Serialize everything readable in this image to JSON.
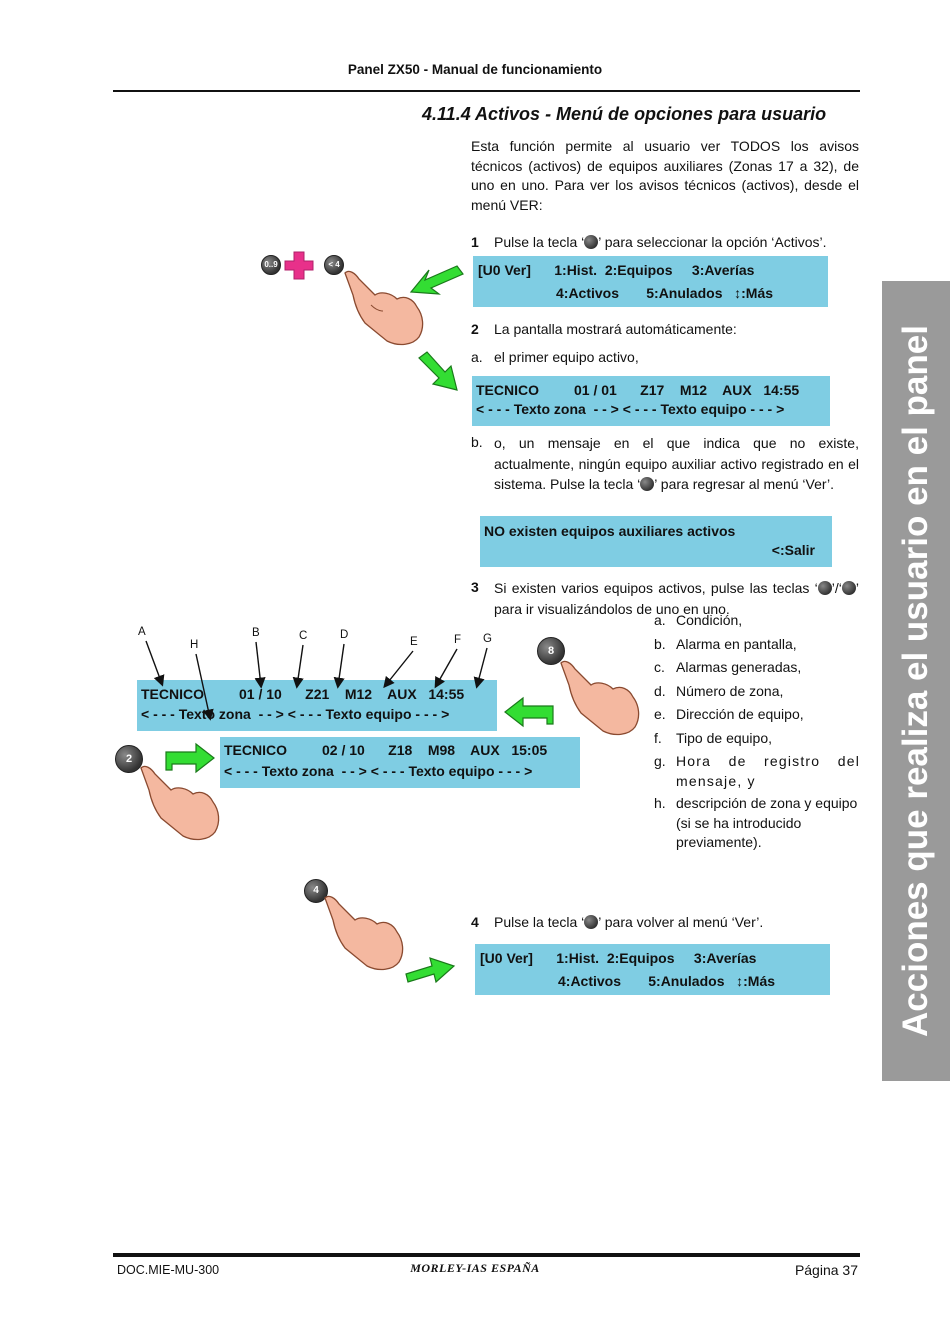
{
  "header": {
    "title": "Panel ZX50 - Manual de funcionamiento"
  },
  "section": {
    "title": "4.11.4 Activos - Menú de opciones para usuario"
  },
  "intro": "Esta función permite al usuario ver TODOS los avisos técnicos (activos) de equipos auxiliares (Zonas 17 a 32), de uno en uno. Para ver los avisos técnicos (activos), desde el menú VER:",
  "steps": {
    "s1": {
      "num": "1",
      "pre": "Pulse la tecla ‘",
      "post": "’ para seleccionar la opción ‘Activos’."
    },
    "s2": {
      "num": "2",
      "text": "La pantalla mostrará automáticamente:"
    },
    "s2a": {
      "letter": "a.",
      "text": "el primer equipo activo,"
    },
    "s2b": {
      "letter": "b.",
      "pre": "o, un mensaje en el que indica que no existe, actualmente, ningún equipo auxiliar activo registrado en el sistema. Pulse la tecla ‘",
      "post": "’ para regresar al menú ‘Ver’."
    },
    "s3": {
      "num": "3",
      "pre": "Si existen varios equipos activos, pulse las teclas ‘",
      "mid": "’/‘",
      "post": "’ para ir visualizándolos de uno en uno."
    },
    "s4": {
      "num": "4",
      "pre": "Pulse la tecla ‘",
      "post": "’ para volver al menú ‘Ver’."
    }
  },
  "lcd": {
    "menu1": {
      "line1": "[U0 Ver]      1:Hist.  2:Equipos     3:Averías",
      "line2": "4:Activos       5:Anulados   ↕:Más"
    },
    "first": {
      "line1": "TECNICO         01 / 01      Z17    M12    AUX   14:55",
      "line2": "< - - - Texto zona  - - > < - - - Texto equipo - - - >"
    },
    "none": {
      "line1": "NO existen equipos auxiliares activos",
      "line2": "<:Salir"
    },
    "ex1": {
      "line1": "TECNICO         01 / 10      Z21    M12    AUX   14:55",
      "line2": "< - - - Texto zona  - - > < - - - Texto equipo - - - >"
    },
    "ex2": {
      "line1": "TECNICO         02 / 10      Z18    M98    AUX   15:05",
      "line2": "< - - - Texto zona  - - > < - - - Texto equipo - - - >"
    },
    "menu2": {
      "line1": "[U0 Ver]      1:Hist.  2:Equipos     3:Averías",
      "line2": "4:Activos       5:Anulados   ↕:Más"
    }
  },
  "callouts": [
    "A",
    "H",
    "B",
    "C",
    "D",
    "E",
    "F",
    "G"
  ],
  "legend": [
    {
      "letter": "a.",
      "text": "Condición,"
    },
    {
      "letter": "b.",
      "text": "Alarma en pantalla,"
    },
    {
      "letter": "c.",
      "text": "Alarmas generadas,"
    },
    {
      "letter": "d.",
      "text": "Número de zona,"
    },
    {
      "letter": "e.",
      "text": "Dirección de equipo,"
    },
    {
      "letter": "f.",
      "text": "Tipo de equipo,"
    },
    {
      "letter": "g.",
      "text": "Hora de registro del mensaje, y"
    },
    {
      "letter": "h.",
      "text": "descripción de zona y equipo (si se ha introducido previamente)."
    }
  ],
  "keys": {
    "k09": "0..9",
    "k4a": "< 4",
    "k8": "8",
    "k2": "2",
    "k4b": "4"
  },
  "side_tab": "Acciones que realiza el usuario en el panel",
  "footer": {
    "doc": "DOC.MIE-MU-300",
    "company": "MORLEY-IAS ESPAÑA",
    "page": "Página 37"
  },
  "colors": {
    "lcd": "#7fcde3",
    "arrow": "#33dd33",
    "plus": "#e8308a",
    "hand": "#f4b8a0",
    "side_tab": "#9a9a9a"
  }
}
